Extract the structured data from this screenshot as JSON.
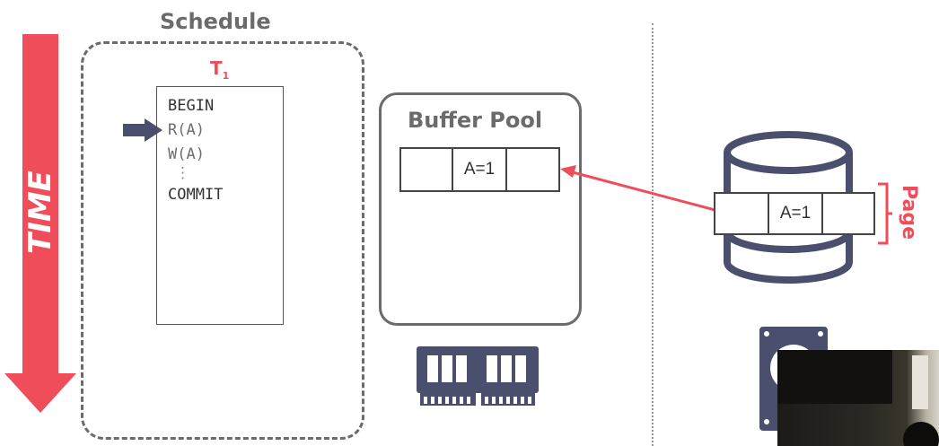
{
  "time_label": "TIME",
  "schedule": {
    "title": "Schedule",
    "txn_name": "T",
    "txn_subscript": "1",
    "ops": [
      "BEGIN",
      "R(A)",
      "W(A)",
      "⋮",
      "COMMIT"
    ],
    "current_op_index": 1
  },
  "buffer_pool": {
    "title": "Buffer Pool",
    "slots": [
      "",
      "A=1",
      ""
    ]
  },
  "disk": {
    "page_slots": [
      "",
      "A=1",
      ""
    ],
    "page_label": "Page"
  },
  "icons": [
    "time-arrow-icon",
    "memory-chip-icon",
    "database-icon",
    "hard-drive-icon",
    "current-op-arrow-icon"
  ],
  "colors": {
    "accent_red": "#f04d5a",
    "gray_border": "#6b6b6b",
    "dark_slate": "#4a4f6e"
  }
}
